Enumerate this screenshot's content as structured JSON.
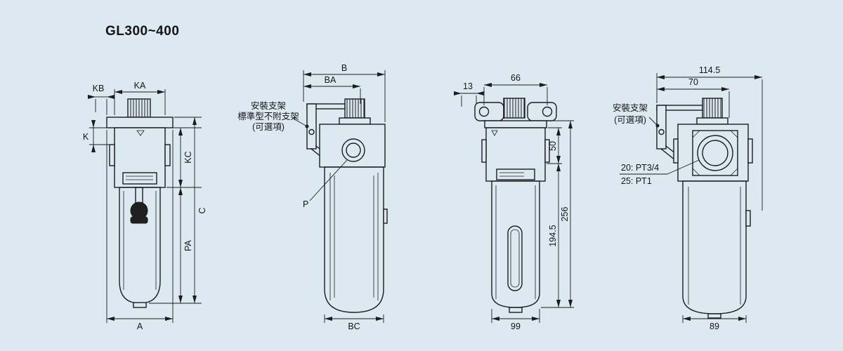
{
  "title": "GL300~400",
  "colors": {
    "background": "#dde9f1",
    "line": "#1c1c1c"
  },
  "views": {
    "v1": {
      "dims": {
        "kb": "KB",
        "ka": "KA",
        "k": "K",
        "kc": "KC",
        "c": "C",
        "pa": "PA",
        "a": "A"
      }
    },
    "v2": {
      "dims": {
        "b": "B",
        "ba": "BA",
        "p": "P",
        "bc": "BC"
      },
      "bracket_note": {
        "line1": "安裝支架",
        "line2": "標準型不附支架",
        "line3": "(可選項)"
      }
    },
    "v3": {
      "dims": {
        "d13": "13",
        "d66": "66",
        "d50": "50",
        "d194_5": "194.5",
        "d256": "256",
        "d99": "99"
      }
    },
    "v4": {
      "dims": {
        "d114_5": "114.5",
        "d70": "70",
        "d89": "89"
      },
      "bracket_note": {
        "line1": "安裝支架",
        "line2": "(可選項)"
      },
      "port_note": {
        "line1": "20: PT3/4",
        "line2": "25: PT1"
      }
    }
  }
}
